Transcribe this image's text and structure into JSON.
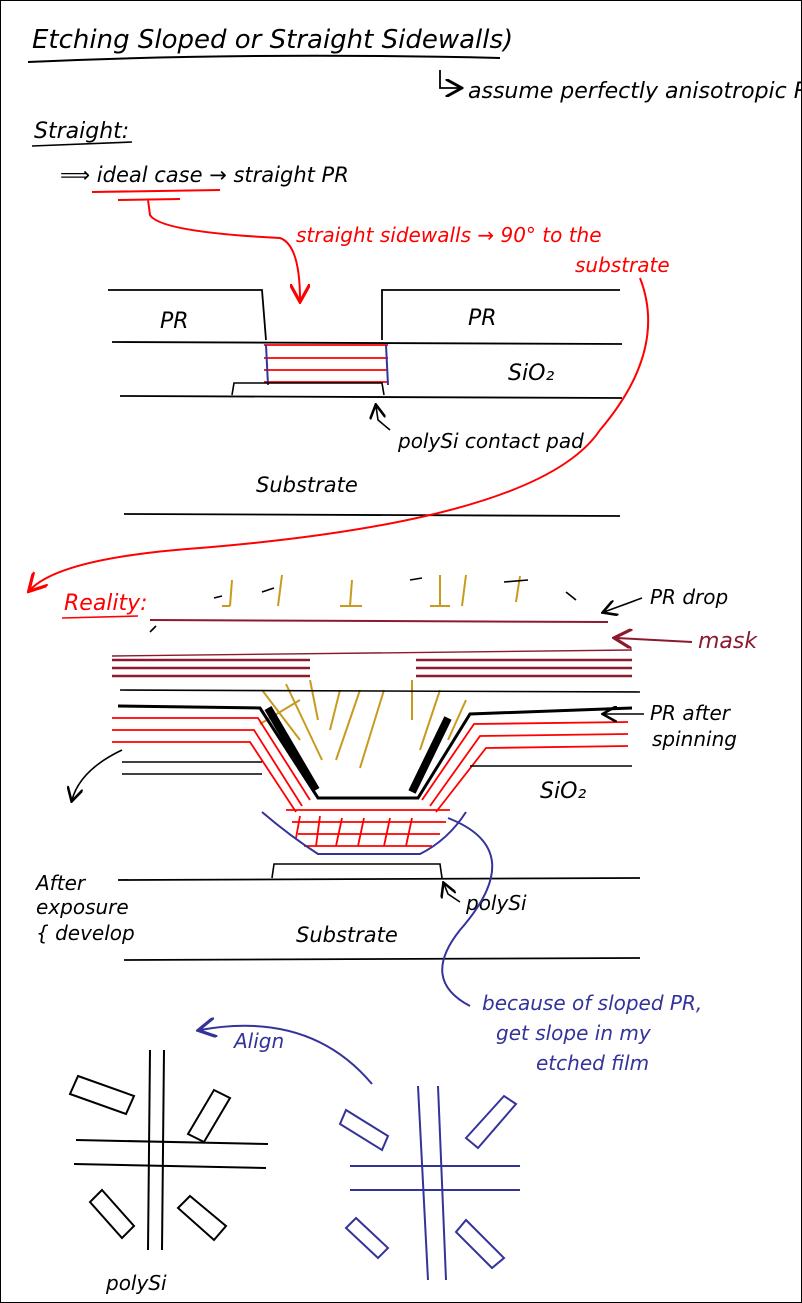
{
  "colors": {
    "ink": "#000000",
    "red": "#ff0000",
    "blue": "#33339a",
    "gold": "#c89a1e",
    "maroon": "#8b1a2e"
  },
  "title": "Etching Sloped or Straight Sidewalls)",
  "note_assume": "assume perfectly anisotropic RIE etch",
  "straight": {
    "heading": "Straight:",
    "ideal_prefix": "⟹ ",
    "ideal_case": "ideal case",
    "ideal_suffix": " → straight PR",
    "red_note_line1": "straight sidewalls → 90° to the",
    "red_note_line2": "substrate",
    "pr_left": "PR",
    "pr_right": "PR",
    "sio2": "SiO₂",
    "polysi_pad": "polySi contact pad",
    "substrate": "Substrate"
  },
  "reality": {
    "heading": "Reality:",
    "pr_drop": "PR drop",
    "mask": "mask",
    "pr_after_line1": "PR after",
    "pr_after_line2": "spinning",
    "sio2": "SiO₂",
    "polysi": "polySi",
    "after_exposure_line1": "After",
    "after_exposure_line2": "exposure",
    "after_exposure_line3": "{ develop",
    "substrate": "Substrate",
    "because_line1": "because of sloped PR,",
    "because_line2": "get slope in my",
    "because_line3": "etched film"
  },
  "bottom": {
    "arrow_label": "Align",
    "polysi_label": "polySi"
  }
}
